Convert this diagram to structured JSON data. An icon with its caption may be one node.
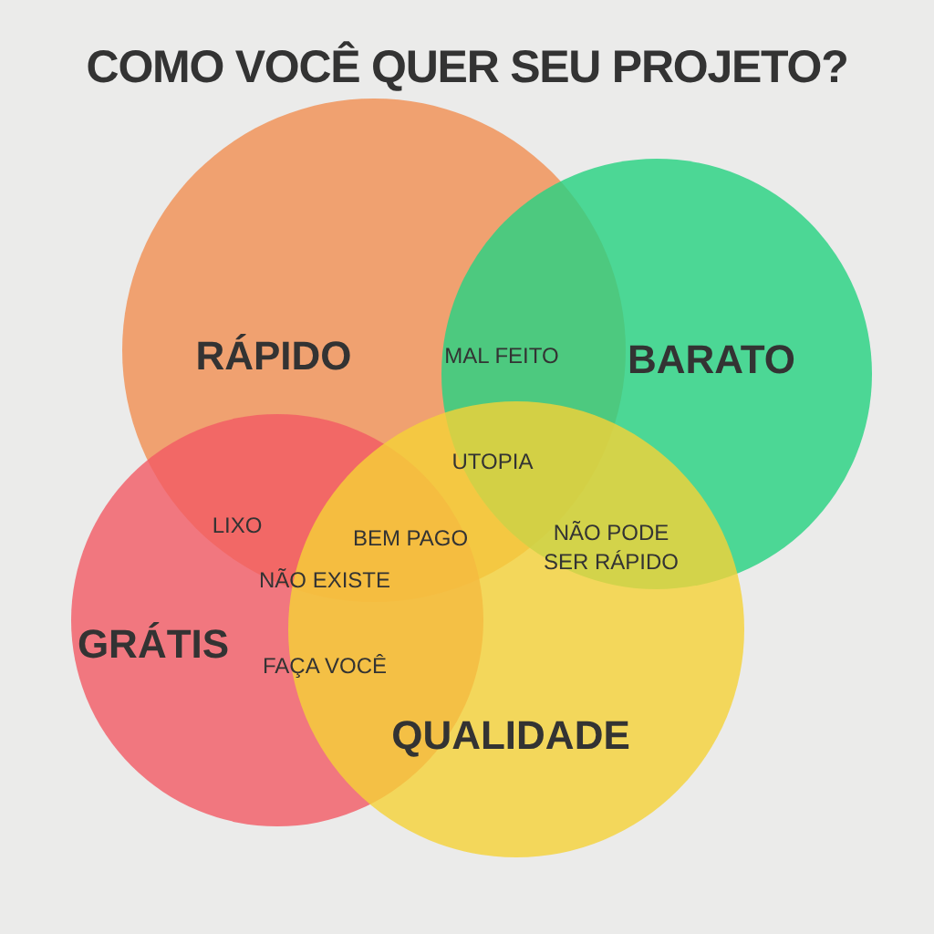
{
  "diagram": {
    "title": "COMO VOCÊ QUER SEU PROJETO?",
    "nodes": [
      {
        "text": [
          "RÁPIDO"
        ]
      },
      {
        "text": [
          "BARATO"
        ]
      },
      {
        "text": [
          "GRÁTIS"
        ]
      },
      {
        "text": [
          "QUALIDADE"
        ]
      }
    ],
    "labels": [
      "MAL FEITO",
      "UTOPIA",
      "LIXO",
      "BEM PAGO",
      "NÃO PODE SER RÁPIDO",
      "NÃO EXISTE",
      "FAÇA VOCÊ"
    ]
  }
}
